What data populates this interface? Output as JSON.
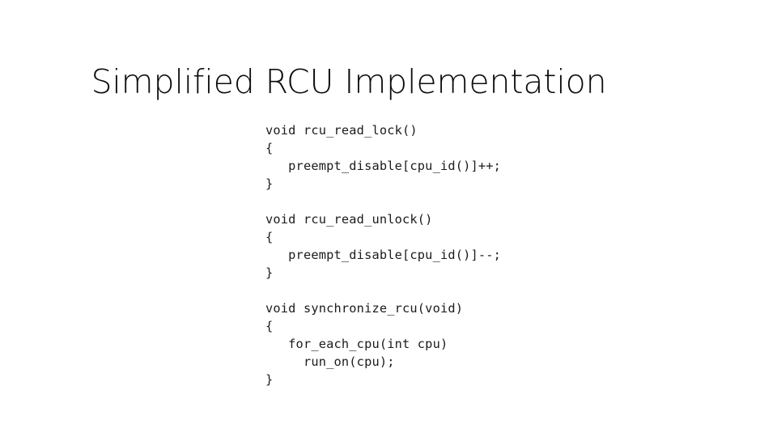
{
  "slide": {
    "title": "Simplified RCU Implementation",
    "background_color": "#ffffff",
    "title_color": "#0d0d0d",
    "code_color": "#1b1b1b"
  },
  "code": {
    "blocks": [
      {
        "name": "rcu_read_lock",
        "lines": [
          "void rcu_read_lock()",
          "{",
          "   preempt_disable[cpu_id()]++;",
          "}"
        ]
      },
      {
        "name": "rcu_read_unlock",
        "lines": [
          "void rcu_read_unlock()",
          "{",
          "   preempt_disable[cpu_id()]--;",
          "}"
        ]
      },
      {
        "name": "synchronize_rcu",
        "lines": [
          "void synchronize_rcu(void)",
          "{",
          "   for_each_cpu(int cpu)",
          "     run_on(cpu);",
          "}"
        ]
      }
    ]
  }
}
